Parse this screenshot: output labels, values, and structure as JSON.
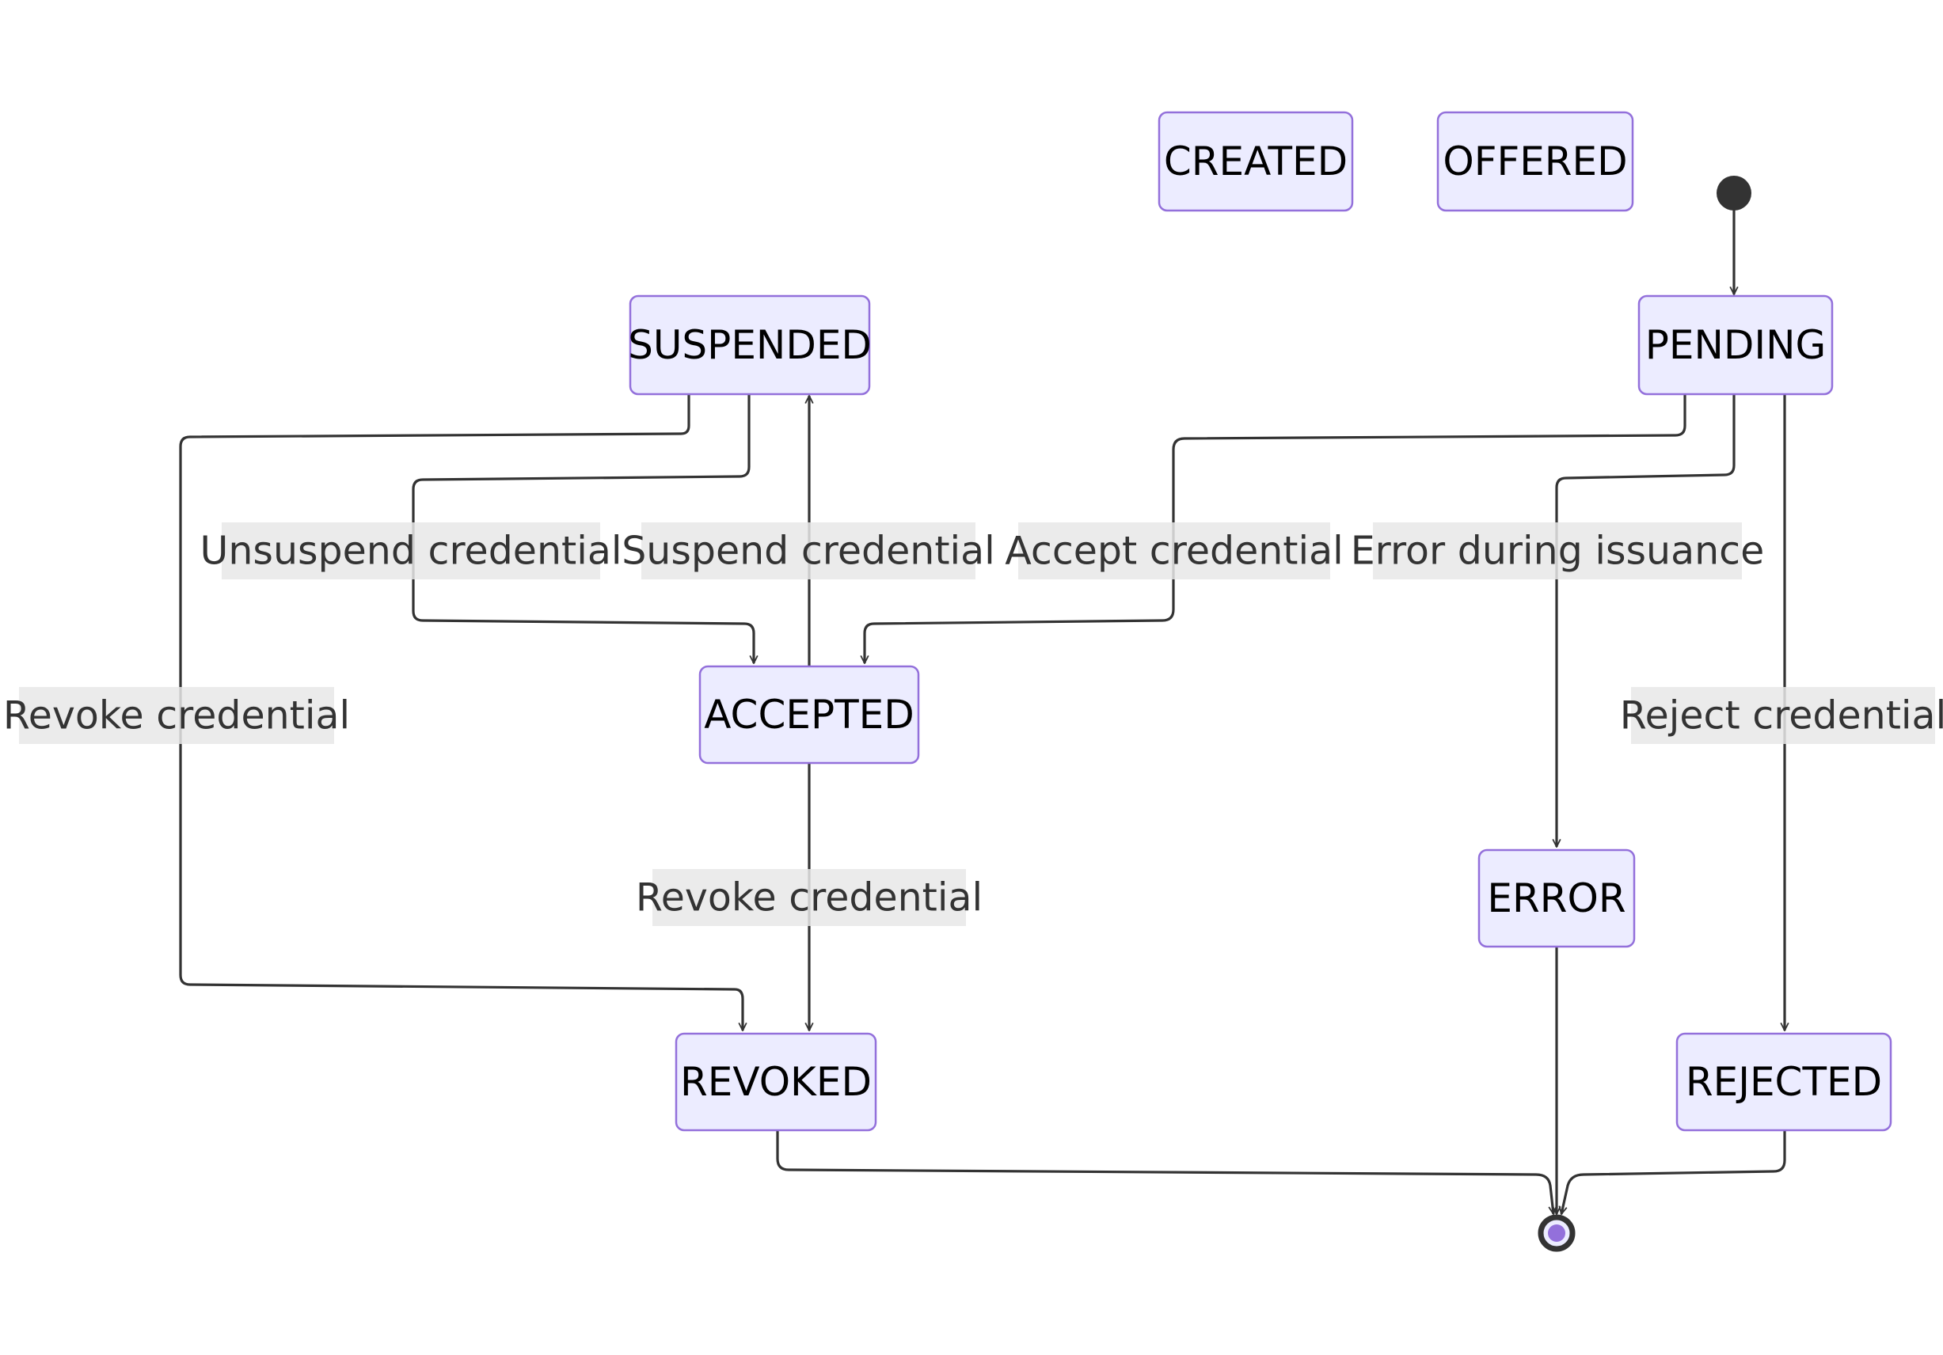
{
  "diagram": {
    "states": {
      "created": "CREATED",
      "offered": "OFFERED",
      "pending": "PENDING",
      "suspended": "SUSPENDED",
      "accepted": "ACCEPTED",
      "error": "ERROR",
      "revoked": "REVOKED",
      "rejected": "REJECTED"
    },
    "transitions": {
      "unsuspend": "Unsuspend credential",
      "suspend": "Suspend credential",
      "accept": "Accept credential",
      "error_issuance": "Error during issuance",
      "revoke_from_suspended": "Revoke credential",
      "revoke_from_accepted": "Revoke credential",
      "reject": "Reject credential"
    },
    "colors": {
      "state_fill": "#ECECFF",
      "state_stroke": "#9370DB",
      "edge": "#333333",
      "label_bg": "#E8E8E8"
    }
  }
}
